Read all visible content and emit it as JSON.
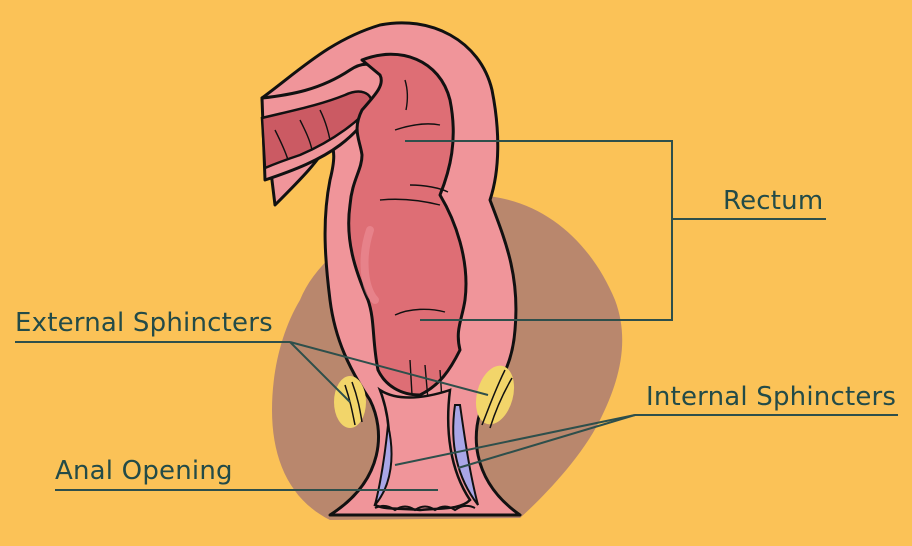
{
  "colors": {
    "background": "#FBC257",
    "pelvic_shadow": "#B9876D",
    "outer_wall": "#F0959A",
    "inner_lumen": "#D9646C",
    "inner_lumen_light": "#E47A80",
    "outline": "#111111",
    "external_sphincter": "#F2D56A",
    "internal_sphincter": "#A9A6E6",
    "leader_line": "#2E4F4B",
    "label_text": "#234B48"
  },
  "labels": {
    "rectum": "Rectum",
    "external_sphincters": "External Sphincters",
    "internal_sphincters": "Internal Sphincters",
    "anal_opening": "Anal Opening"
  }
}
